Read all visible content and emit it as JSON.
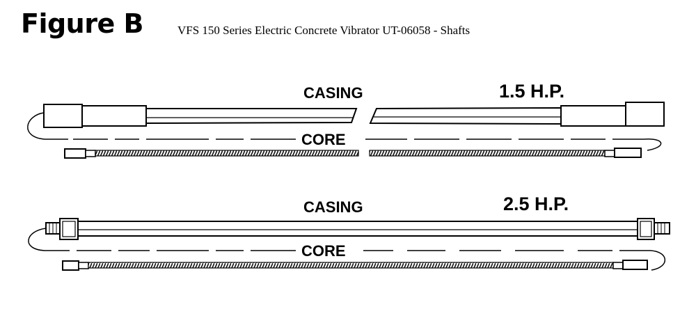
{
  "figure": {
    "title": "Figure B",
    "subtitle": "VFS 150 Series Electric Concrete Vibrator UT-06058 - Shafts"
  },
  "shafts": [
    {
      "rating": "1.5 H.P.",
      "casing_label": "CASING",
      "core_label": "CORE"
    },
    {
      "rating": "2.5 H.P.",
      "casing_label": "CASING",
      "core_label": "CORE"
    }
  ]
}
